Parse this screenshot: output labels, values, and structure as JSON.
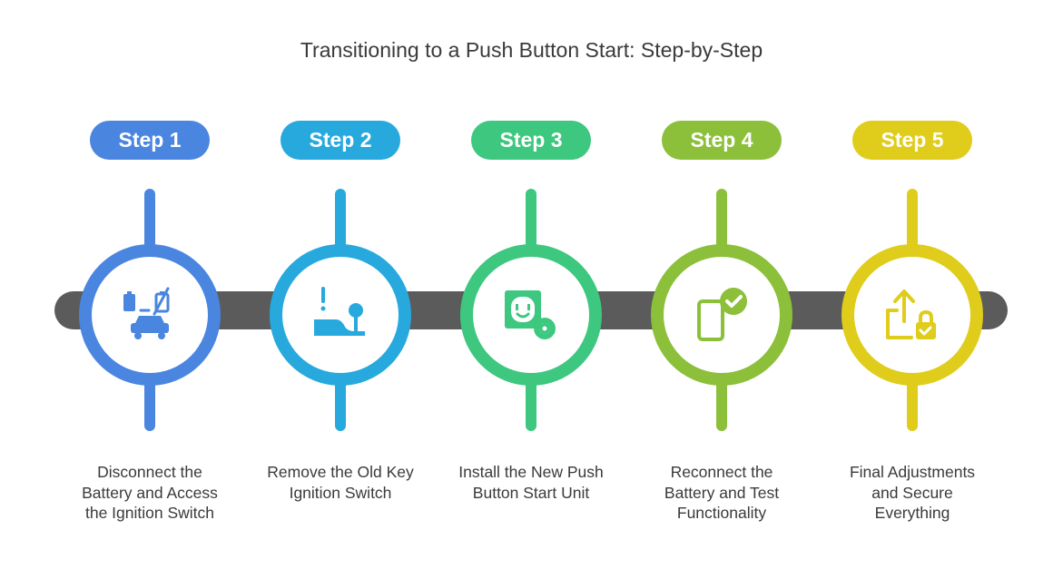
{
  "title": "Transitioning to a Push Button Start: Step-by-Step",
  "steps": [
    {
      "label": "Step 1",
      "color": "#4a85e0",
      "icon": "battery-car-icon",
      "description": "Disconnect the\nBattery and Access\nthe Ignition Switch"
    },
    {
      "label": "Step 2",
      "color": "#27a9de",
      "icon": "ignition-switch-icon",
      "description": "Remove the Old Key\nIgnition Switch"
    },
    {
      "label": "Step 3",
      "color": "#3dc77f",
      "icon": "push-button-gear-icon",
      "description": "Install the New Push\nButton Start Unit"
    },
    {
      "label": "Step 4",
      "color": "#8cbf3a",
      "icon": "phone-check-icon",
      "description": "Reconnect the\nBattery and Test\nFunctionality"
    },
    {
      "label": "Step 5",
      "color": "#e0cc1b",
      "icon": "upload-lock-icon",
      "description": "Final Adjustments\nand Secure\nEverything"
    }
  ]
}
